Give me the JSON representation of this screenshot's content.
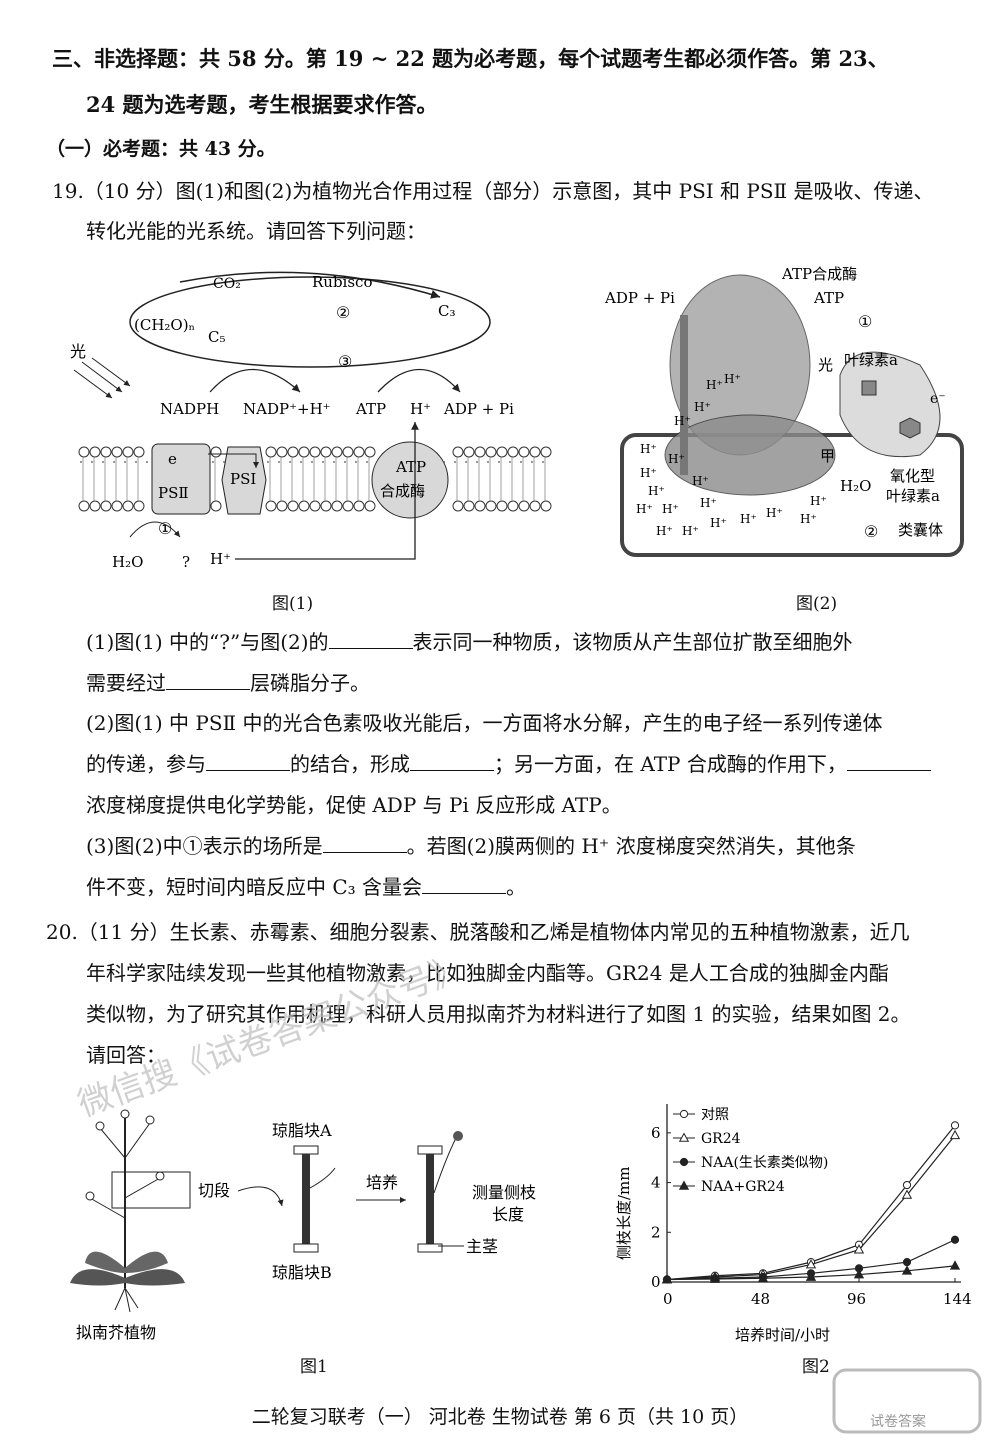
{
  "section": {
    "line1": "三、非选择题：共 58 分。第 19 ~ 22 题为必考题，每个试题考生都必须作答。第 23、",
    "line2": "24 题为选考题，考生根据要求作答。",
    "sub": "（一）必考题：共 43 分。"
  },
  "q19": {
    "stem1": "19.（10 分）图(1)和图(2)为植物光合作用过程（部分）示意图，其中 PSⅠ 和 PSⅡ 是吸收、传递、",
    "stem2": "转化光能的光系统。请回答下列问题：",
    "fig1": {
      "caption": "图(1)",
      "co2": "CO₂",
      "rubisco": "Rubisco",
      "c2": "②",
      "c3": "C₃",
      "ch2o": "(CH₂O)ₙ",
      "c5": "C₅",
      "c3circle": "③",
      "light": "光",
      "nadph": "NADPH",
      "nadp": "NADP⁺+H⁺",
      "atp": "ATP",
      "hplus": "H⁺",
      "adppi": "ADP + Pi",
      "e": "e",
      "ps2": "PSⅡ",
      "ps1": "PSⅠ",
      "atpsyn1": "ATP",
      "atpsyn2": "合成酶",
      "c1": "①",
      "h2o": "H₂O",
      "q": "?",
      "hplus2": "H⁺"
    },
    "fig2": {
      "caption": "图(2)",
      "adppi": "ADP + Pi",
      "atpsynth": "ATP合成酶",
      "atp": "ATP",
      "c1": "①",
      "light": "光",
      "chla": "叶绿素a",
      "e": "e⁻",
      "jia": "甲",
      "h2o": "H₂O",
      "oxchl1": "氧化型",
      "oxchl2": "叶绿素a",
      "c2": "②",
      "thylakoid": "类囊体",
      "h": "H⁺"
    },
    "p1a": "(1)图(1) 中的“?”与图(2)的",
    "p1b": "表示同一种物质，该物质从产生部位扩散至细胞外",
    "p1c": "需要经过",
    "p1d": "层磷脂分子。",
    "p2a": "(2)图(1) 中 PSⅡ 中的光合色素吸收光能后，一方面将水分解，产生的电子经一系列传递体",
    "p2b": "的传递，参与",
    "p2c": "的结合，形成",
    "p2d": "；另一方面，在 ATP 合成酶的作用下，",
    "p2e": "浓度梯度提供电化学势能，促使 ADP 与 Pi 反应形成 ATP。",
    "p3a": "(3)图(2)中①表示的场所是",
    "p3b": "。若图(2)膜两侧的 H⁺ 浓度梯度突然消失，其他条",
    "p3c": "件不变，短时间内暗反应中 C₃ 含量会",
    "p3d": "。"
  },
  "q20": {
    "stem1": "20.（11 分）生长素、赤霉素、细胞分裂素、脱落酸和乙烯是植物体内常见的五种植物激素，近几",
    "stem2": "年科学家陆续发现一些其他植物激素，比如独脚金内酯等。GR24 是人工合成的独脚金内酯",
    "stem3": "类似物，为了研究其作用机理，科研人员用拟南芥为材料进行了如图 1 的实验，结果如图 2。",
    "stem4": "请回答：",
    "fig1": {
      "caption": "图1",
      "plant": "拟南芥植物",
      "cut": "切段",
      "agarA": "琼脂块A",
      "agarB": "琼脂块B",
      "culture": "培养",
      "measure1": "测量侧枝",
      "measure2": "长度",
      "stem": "主茎"
    },
    "fig2": {
      "caption": "图2"
    }
  },
  "chart_data": {
    "type": "line",
    "xlabel": "培养时间/小时",
    "ylabel": "侧枝长度/mm",
    "x_ticks": [
      0,
      48,
      96,
      144
    ],
    "y_ticks": [
      0,
      2,
      4,
      6
    ],
    "xlim": [
      0,
      144
    ],
    "ylim": [
      0,
      7
    ],
    "x": [
      0,
      24,
      48,
      72,
      96,
      120,
      144
    ],
    "series": [
      {
        "name": "对照",
        "marker": "open-circle",
        "values": [
          0.1,
          0.25,
          0.35,
          0.8,
          1.5,
          3.9,
          6.3
        ]
      },
      {
        "name": "GR24",
        "marker": "open-triangle",
        "values": [
          0.1,
          0.2,
          0.3,
          0.7,
          1.3,
          3.5,
          5.9
        ]
      },
      {
        "name": "NAA(生长素类似物)",
        "marker": "filled-circle",
        "values": [
          0.1,
          0.15,
          0.2,
          0.35,
          0.55,
          0.8,
          1.7
        ]
      },
      {
        "name": "NAA+GR24",
        "marker": "filled-triangle",
        "values": [
          0.1,
          0.12,
          0.15,
          0.2,
          0.3,
          0.45,
          0.65
        ]
      }
    ]
  },
  "watermark": "微信搜《试卷答案公众号》",
  "footer": "二轮复习联考（一） 河北卷 生物试卷 第 6 页（共 10 页）",
  "stamp": "试卷答案"
}
